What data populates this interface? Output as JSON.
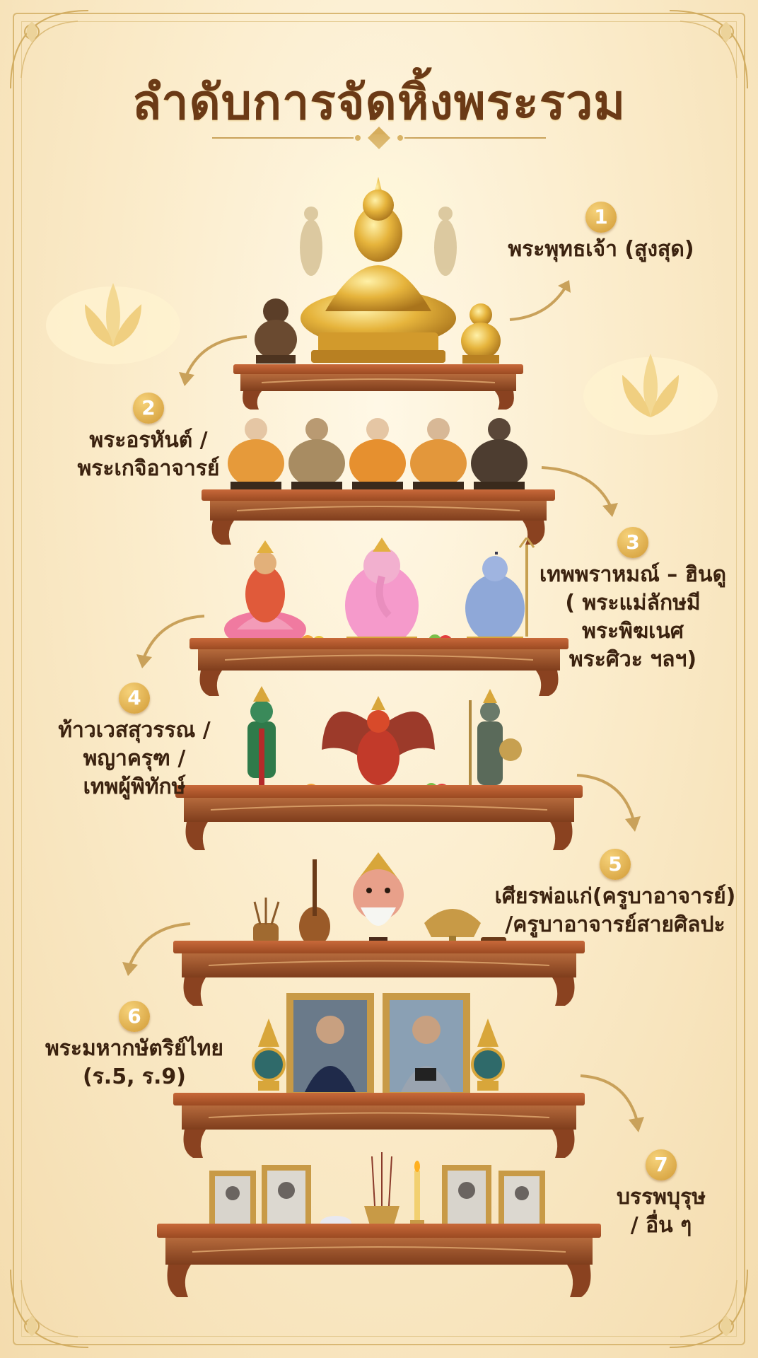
{
  "title": "ลำดับการจัดหิ้งพระรวม",
  "tiers": [
    {
      "num": "1",
      "lines": [
        "พระพุทธเจ้า (สูงสุด)"
      ]
    },
    {
      "num": "2",
      "lines": [
        "พระอรหันต์ /",
        "พระเกจิอาจารย์"
      ]
    },
    {
      "num": "3",
      "lines": [
        "เทพพราหมณ์ – ฮินดู",
        "( พระแม่ลักษมี",
        "พระพิฆเนศ",
        "พระศิวะ ฯลฯ)"
      ]
    },
    {
      "num": "4",
      "lines": [
        "ท้าวเวสสุวรรณ /",
        "พญาครุฑ /",
        "เทพผู้พิทักษ์"
      ]
    },
    {
      "num": "5",
      "lines": [
        "เศียรพ่อแก่(ครูบาอาจารย์)",
        "/ครูบาอาจารย์สายศิลปะ"
      ]
    },
    {
      "num": "6",
      "lines": [
        "พระมหากษัตริย์ไทย",
        "(ร.5, ร.9)"
      ]
    },
    {
      "num": "7",
      "lines": [
        "บรรพบุรุษ",
        "/ อื่น ๆ"
      ]
    }
  ],
  "colors": {
    "gold": "#e0b040",
    "wood": "#b4582a",
    "wood_dark": "#7a3a18",
    "text": "#3b220f",
    "badge": "#d19a35"
  }
}
